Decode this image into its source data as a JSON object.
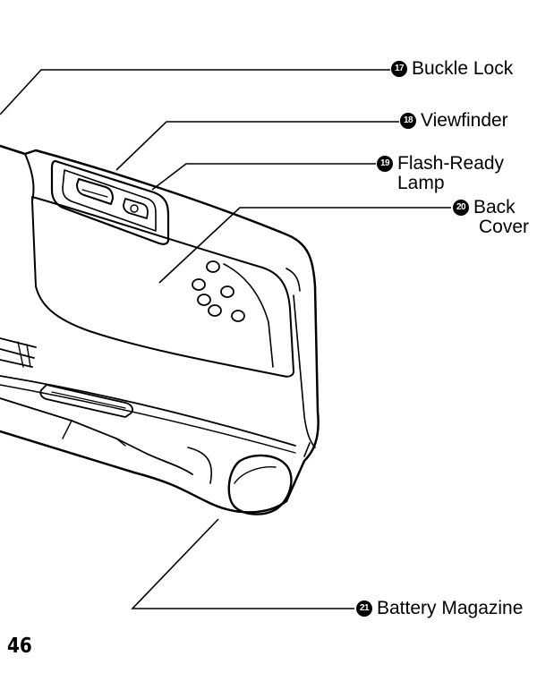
{
  "callouts": {
    "buckle_lock": {
      "number": "17",
      "label": "Buckle Lock"
    },
    "viewfinder": {
      "number": "18",
      "label": "Viewfinder"
    },
    "flash_ready_lamp": {
      "number": "19",
      "label_line1": "Flash-Ready",
      "label_line2": "Lamp"
    },
    "back_cover": {
      "number": "20",
      "label_line1": "Back",
      "label_line2": "Cover"
    },
    "battery_magazine": {
      "number": "21",
      "label": "Battery Magazine"
    }
  },
  "page_number": "46",
  "colors": {
    "ink": "#000000",
    "paper": "#ffffff",
    "shade": "#d8d8d8"
  }
}
